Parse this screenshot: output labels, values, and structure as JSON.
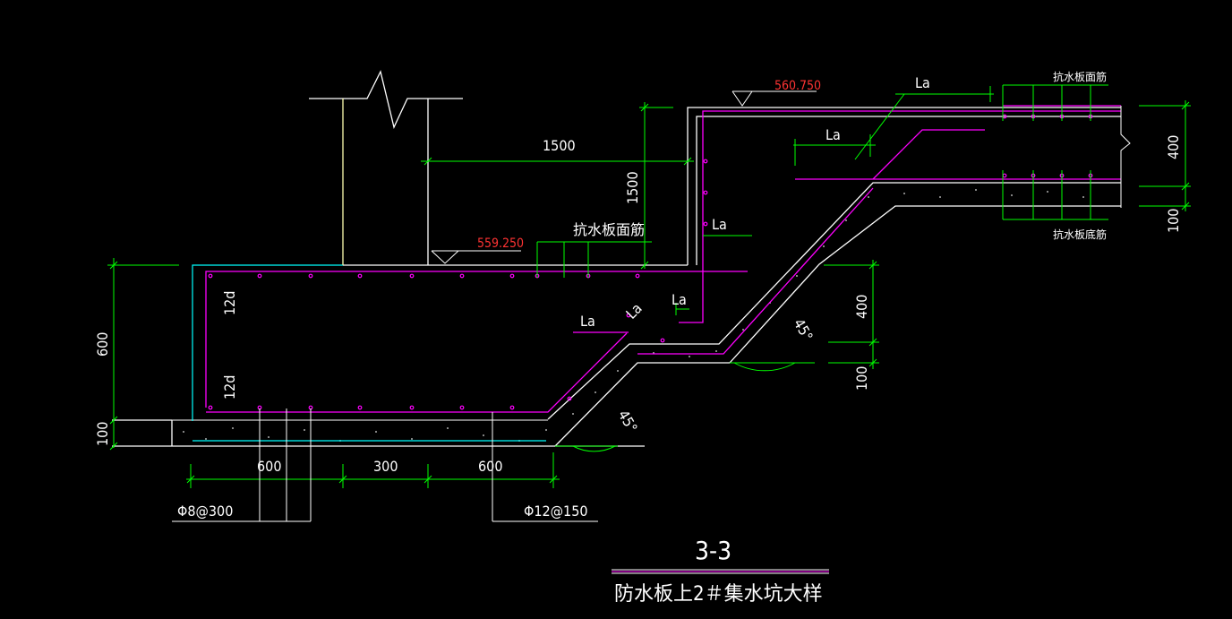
{
  "drawing": {
    "section_id": "3-3",
    "title": "防水板上2＃集水坑大样",
    "elev_upper": "560.750",
    "elev_lower": "559.250",
    "dims": {
      "d1500_h": "1500",
      "d1500_v": "1500",
      "d600_left": "600",
      "d100_left": "100",
      "d600_b1": "600",
      "d300_b": "300",
      "d600_b2": "600",
      "d400_mid": "400",
      "d100_mid": "100",
      "d400_right": "400",
      "d100_right": "100"
    },
    "labels": {
      "top_bar_lower": "抗水板面筋",
      "top_bar_right": "抗水板面筋",
      "bottom_bar_right": "抗水板底筋",
      "anchor_12d_top": "12d",
      "anchor_12d_bot": "12d",
      "la_1": "La",
      "la_2": "La",
      "la_3": "La",
      "la_4": "La",
      "la_5": "La",
      "la_6": "La",
      "rebar_1": "Φ8@300",
      "rebar_2": "Φ12@150",
      "angle_1": "45°",
      "angle_2": "45°"
    },
    "colors": {
      "background": "#000000",
      "concrete_outline": "#ffffff",
      "rebar": "#ff00ff",
      "dimension": "#00ff00",
      "elevation_text": "#ff0000",
      "cyan_line": "#00ffff",
      "yellow_line": "#ffff99"
    }
  }
}
